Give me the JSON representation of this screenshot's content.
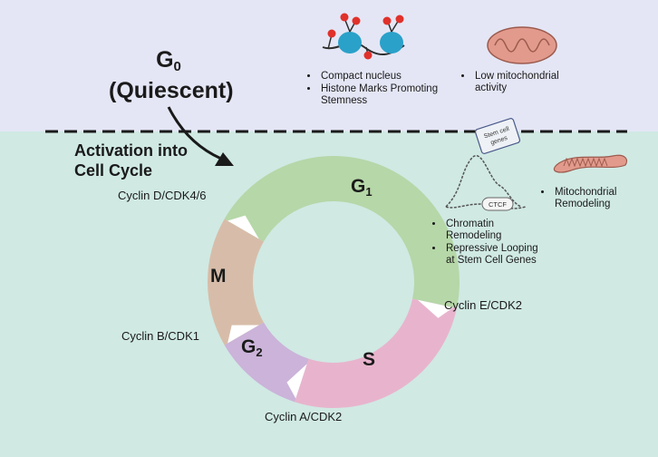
{
  "top_label": {
    "main": "G",
    "sub": "0",
    "paren": "(Quiescent)"
  },
  "activation": {
    "line1": "Activation into",
    "line2": "Cell Cycle"
  },
  "phases": {
    "g1": {
      "main": "G",
      "sub": "1"
    },
    "s": {
      "main": "S"
    },
    "g2": {
      "main": "G",
      "sub": "2"
    },
    "m": {
      "main": "M"
    }
  },
  "cyclins": {
    "d": "Cyclin D/CDK4/6",
    "e": "Cyclin E/CDK2",
    "b": "Cyclin B/CDK1",
    "a": "Cyclin A/CDK2"
  },
  "quiescent_bullets": {
    "nucleus": [
      "Compact nucleus",
      "Histone Marks Promoting Stemness"
    ],
    "mito": [
      "Low mitochondrial activity"
    ]
  },
  "cycling_bullets": {
    "chromatin": [
      "Chromatin Remodeling",
      "Repressive Looping at Stem Cell Genes"
    ],
    "mito": [
      "Mitochondrial Remodeling"
    ]
  },
  "chromatin_icon": {
    "box_label_line1": "Stem cell",
    "box_label_line2": "genes",
    "ctcf_label": "CTCF"
  },
  "colors": {
    "top_bg": "#e4e6f5",
    "bottom_bg": "#d0e9e3",
    "g1": "#b6d7a8",
    "s": "#e8b4cd",
    "g2": "#cbb3d9",
    "m": "#d7bda9",
    "mito": "#e29a8c",
    "nucleosome": "#2aa1c9",
    "histone_mark": "#e0312b"
  }
}
